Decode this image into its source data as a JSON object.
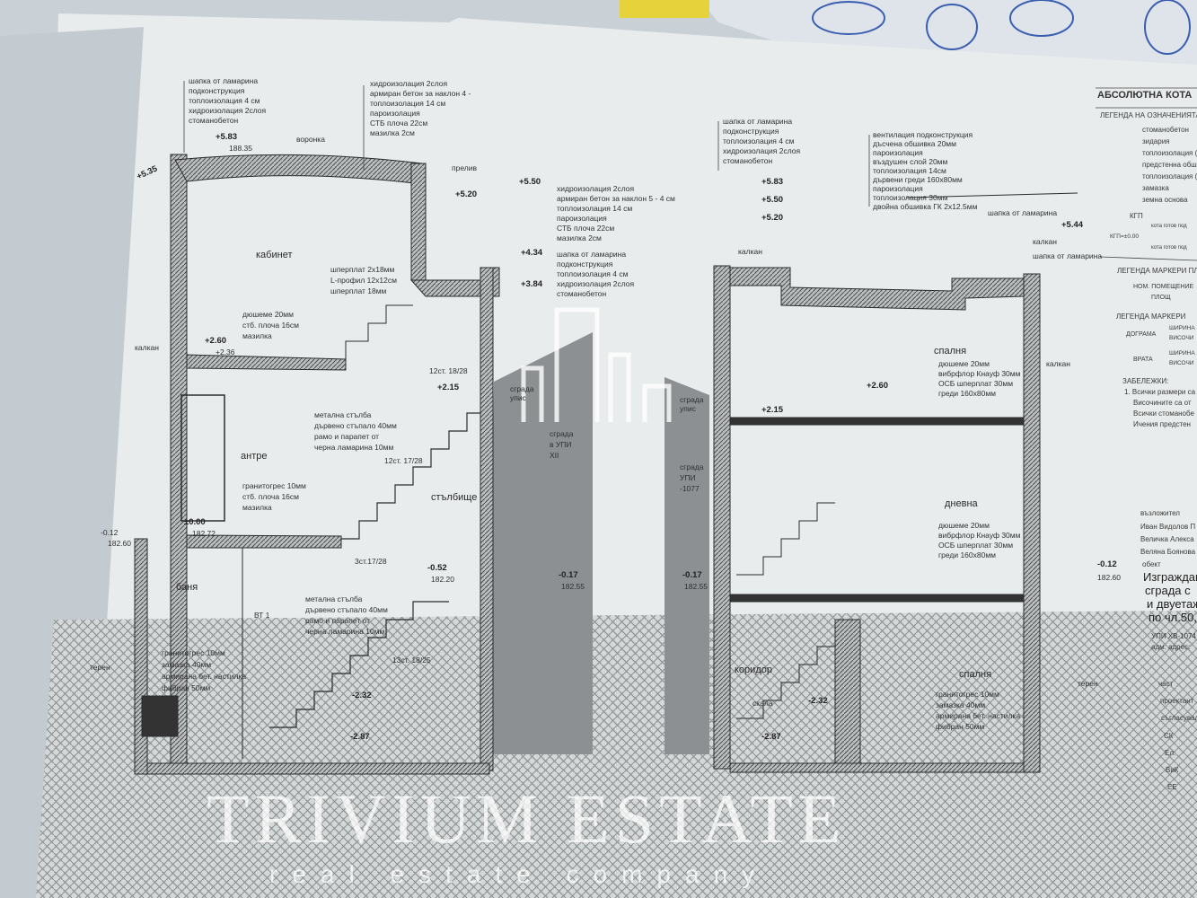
{
  "left_section": {
    "roof_layers_a": [
      "шапка от ламарина",
      "подконструкция",
      "топлоизолация 4 см",
      "хидроизолация 2слоя",
      "стоманобетон"
    ],
    "roof_layers_b": [
      "хидроизолация 2слоя",
      "армиран бетон за наклон 4 -",
      "топлоизолация 14 см",
      "пароизолация",
      "СТБ плоча 22см",
      "мазилка 2см"
    ],
    "roof_layers_c": [
      "хидроизолация 2слоя",
      "армиран бетон за наклон 5 - 4 см",
      "топлоизолация 14 см",
      "пароизолация",
      "СТБ плоча 22см",
      "мазилка 2см"
    ],
    "roof_layers_d": [
      "шапка от ламарина",
      "подконструкция",
      "топлоизолация 4 см",
      "хидроизолация 2слоя",
      "стоманобетон"
    ],
    "levels": {
      "top": "+5.83",
      "top_abs": "188.35",
      "parapet": "+5.35",
      "l520": "+5.20",
      "l550": "+5.50",
      "l434": "+4.34",
      "l384": "+3.84",
      "l260": "+2.60",
      "l236": "+2.36",
      "l215": "+2.15",
      "zero": "±0.00",
      "zero_abs": "182.72",
      "m012": "-0.12",
      "m012_abs": "182.60",
      "m052": "-0.52",
      "m052_abs": "182.20",
      "m232": "-2.32",
      "m287": "-2.87"
    },
    "funnel": "воронка",
    "parapet_note": "прелив",
    "rooms": {
      "office": "кабинет",
      "entrance": "антре",
      "bath": "баня",
      "stairs": "стълбище",
      "vt": "ВТ 1"
    },
    "calcan": "калкан",
    "plywood": [
      "шперплат 2x18мм",
      "L-профил 12x12см",
      "шперплат 18мм"
    ],
    "floor_office": [
      "дюшеме 20мм",
      "стб. плоча 16см",
      "мазилка"
    ],
    "floor_entrance": [
      "гранитогрес 10мм",
      "стб. плоча 16см",
      "мазилка"
    ],
    "stair_upper": [
      "метална стълба",
      "дървено стъпало 40мм",
      "рамо и парапет от",
      "черна ламарина 10мм"
    ],
    "stair_lower": [
      "метална стълба",
      "дървено стъпало 40мм",
      "рамо и парапет от",
      "черна ламарина 10мм"
    ],
    "stair_counts": {
      "a": "12ст. 18/28",
      "b": "12ст. 17/28",
      "c": "3ст.17/28",
      "d": "13ст. 18/25"
    },
    "floor_bath": [
      "гранитогрес 10мм",
      "замазка 40мм",
      "армирана бет. настилка",
      "фибран 50мм"
    ],
    "terrain": "терен"
  },
  "middle": {
    "neighbor_left": [
      "сграда",
      "в УПИ",
      "ХII"
    ],
    "neighbor_right": [
      "сграда",
      "УПИ",
      "-1077"
    ],
    "tag_left": [
      "сграда",
      "упис"
    ],
    "tag_right": [
      "сграда",
      "упис"
    ],
    "levels": {
      "a": "-0.17",
      "a_abs": "182.55",
      "b": "-0.17",
      "b_abs": "182.55"
    }
  },
  "right_section": {
    "roof_layers_a": [
      "шапка от ламарина",
      "подконструкция",
      "топлоизолация 4 см",
      "хидроизолация 2слоя",
      "стоманобетон"
    ],
    "roof_layers_b": [
      "вентилация подконструкция",
      "дъсчена обшивка 20мм",
      "пароизолация",
      "въздушен слой 20мм",
      "топлоизолация 14см",
      "дървени греди 160x80мм",
      "пароизолация",
      "топлоизолация 30мм",
      "двойна обшивка ГК 2x12.5мм"
    ],
    "levels": {
      "l583": "+5.83",
      "l550": "+5.50",
      "l520": "+5.20",
      "l544": "+5.44",
      "l260": "+2.60",
      "l215": "+2.15",
      "m012": "-0.12",
      "m012_abs": "182.60",
      "m232": "-2.32",
      "m287": "-2.87"
    },
    "calcan_a": "калкан",
    "calcan_b": "калкан",
    "calcan_c": "калкан",
    "cap": "шапка от ламарина",
    "rooms": {
      "bedroom_top": "спалня",
      "living": "дневна",
      "corridor": "коридор",
      "rock": "скала",
      "bedroom_bottom": "спалня"
    },
    "floor_upper": [
      "дюшеме 20мм",
      "вибрфлор Кнауф 30мм",
      "ОСБ шперплат 30мм",
      "греди 160x80мм"
    ],
    "floor_middle": [
      "дюшеме 20мм",
      "вибрфлор Кнауф 30мм",
      "ОСБ шперплат 30мм",
      "греди 160x80мм"
    ],
    "floor_bottom": [
      "гранитогрес 10мм",
      "замазка 40мм",
      "армирана бет. настилка",
      "фибран 50мм"
    ],
    "terrain": "терен"
  },
  "legend": {
    "title": "АБСОЛЮТНА КОТА",
    "symbols_title": "ЛЕГЕНДА НА ОЗНАЧЕНИЯТА",
    "symbols": [
      "стоманобетон",
      "зидария",
      "топлоизолация (Е",
      "предстенна обши",
      "топлоизолация (",
      "замазка",
      "земна основа"
    ],
    "kgp": "КГП",
    "kgp_note": "кота готов под",
    "kgp_zero": "КГП=±0.00",
    "area_title": "ЛЕГЕНДА МАРКЕРИ ПЛОЩ",
    "area_box": [
      "НОМ. ПОМЕЩЕНИЕ",
      "ПЛОЩ"
    ],
    "markers_title": "ЛЕГЕНДА МАРКЕРИ",
    "window": "ДОГРАМА",
    "door": "ВРАТА",
    "marker_dims": [
      "ШИРИНА",
      "ВИСОЧИ"
    ],
    "notes_title": "ЗАБЕЛЕЖКИ:",
    "notes": [
      "1.  Всички размери са",
      "Височините са от",
      "Всички стоманобе",
      "Ичения предстен"
    ],
    "client_label": "възложител",
    "clients": [
      "Иван Видолов П",
      "Величка Алекса",
      "Веляна Боянова"
    ],
    "object_label": "обект",
    "object": [
      "Изграждане",
      "сграда с",
      "и двуетаж",
      "по чл.50,"
    ],
    "plot": [
      "УПИ ХВ-1074",
      "адм. адрес:"
    ],
    "table": [
      "част",
      "проектант",
      "съгласувал",
      "СК",
      "Ел.",
      "ВиК",
      "ЕЕ"
    ]
  },
  "watermark": {
    "brand": "TRIVIUM ESTATE",
    "tagline": "real estate company"
  },
  "colors": {
    "paper": "#e9ecec",
    "background": "#c9d0d6",
    "neighbor_fill": "#8c9092",
    "ink": "#2a2c2e",
    "stamp": "#3a5fb0"
  }
}
